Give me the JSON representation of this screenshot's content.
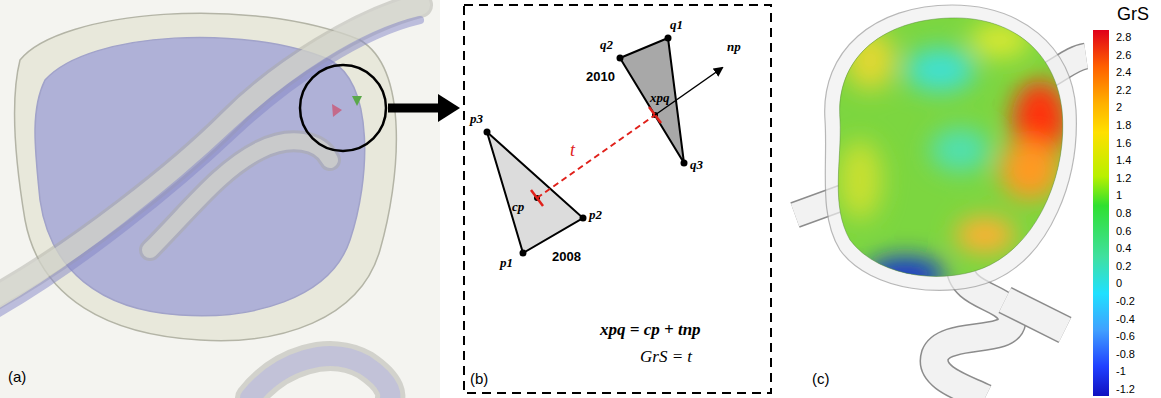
{
  "diagram": {
    "labels": [
      "(a)",
      "p3",
      "p2",
      "p1",
      "cp",
      "2008",
      "q2",
      "q1",
      "q3",
      "xpq",
      "2010",
      "np",
      "t",
      "xpq = cp + tnp",
      "GrS = t",
      "(b)",
      "(c)",
      "GrS",
      "2.8",
      "2.6",
      "2.4",
      "2.2",
      "2",
      "1.8",
      "1.6",
      "1.4",
      "1.2",
      "1",
      "0.8",
      "0.6",
      "0.4",
      "0.2",
      "0",
      "-0.2",
      "-0.4",
      "-0.6",
      "-0.8",
      "-1",
      "-1.2"
    ]
  }
}
